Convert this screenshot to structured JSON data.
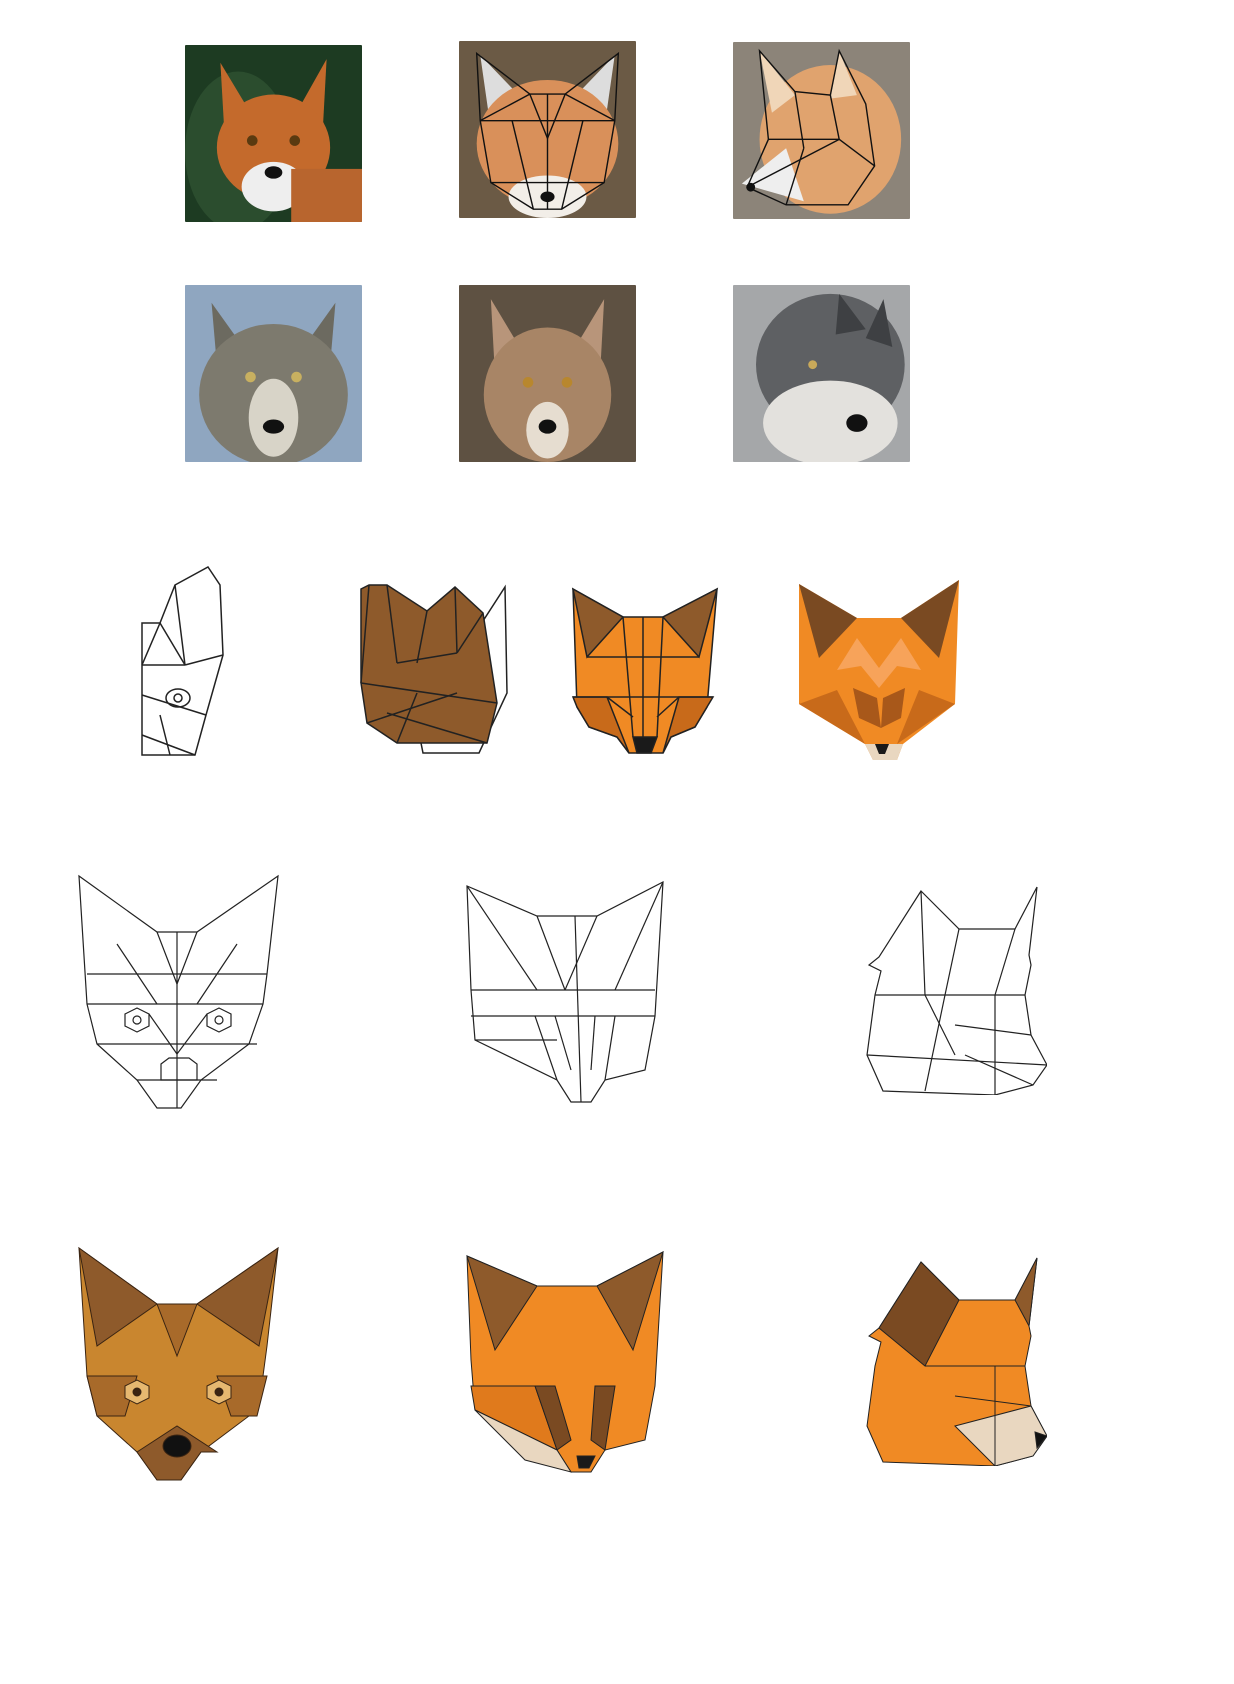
{
  "photos": {
    "row1": [
      {
        "icon": "red-fox-photo",
        "tone": "#c46a2c",
        "bg": "#1d3b22"
      },
      {
        "icon": "red-fox-photo-with-polygon-overlay",
        "tone": "#d9905a",
        "bg": "#6b5a45"
      },
      {
        "icon": "red-fox-profile-photo-with-polygon-overlay",
        "tone": "#e0a36e",
        "bg": "#8c8479"
      }
    ],
    "row2": [
      {
        "icon": "gray-wolf-photo",
        "tone": "#7d7a6e",
        "bg": "#8fa6c0"
      },
      {
        "icon": "red-wolf-photo",
        "tone": "#a88566",
        "bg": "#5e5142"
      },
      {
        "icon": "gray-wolf-profile-photo",
        "tone": "#5e6063",
        "bg": "#a5a7a9"
      }
    ]
  },
  "palette": {
    "brown": "#8e5a2b",
    "dark_brown": "#7a4a22",
    "orange": "#f08a24",
    "deep_orange": "#c86a1a",
    "light_orange": "#f7a35a",
    "cream": "#e9d7c0",
    "nose": "#1a1a1a",
    "outline": "#222222"
  },
  "drawings": {
    "process_row": [
      "partial-fox-outline-sketch-icon",
      "brown-fox-profile-sketch-icon",
      "orange-fox-front-icon",
      "orange-fox-lowpoly-icon"
    ],
    "outline_row": [
      "fox-front-outline-icon",
      "fox-three-quarter-outline-icon",
      "fox-profile-outline-icon"
    ],
    "colored_row": [
      "brown-fox-front-icon",
      "orange-fox-three-quarter-icon",
      "orange-fox-profile-icon"
    ]
  }
}
